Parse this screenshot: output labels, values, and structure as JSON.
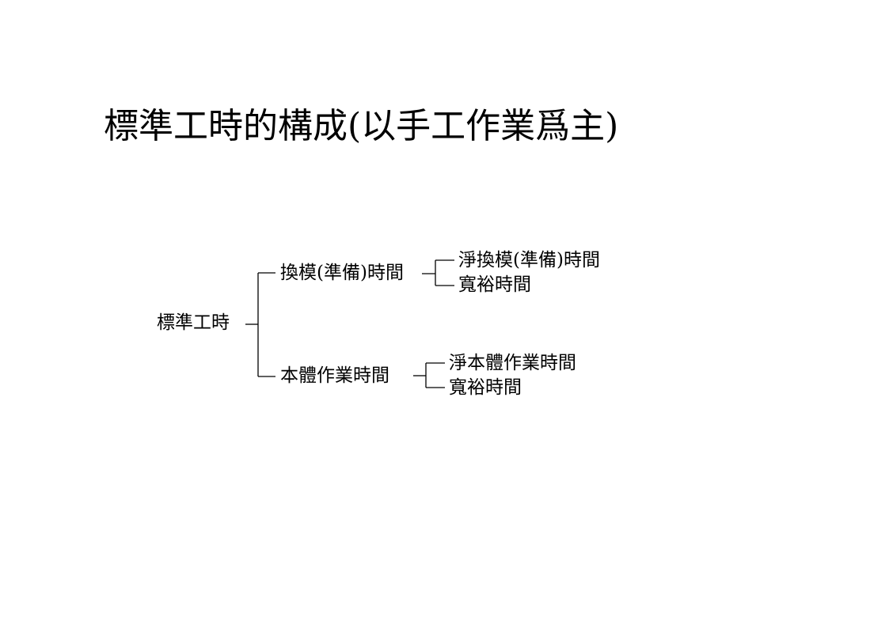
{
  "page": {
    "title": "標準工時的構成(以手工作業爲主)"
  },
  "diagram": {
    "root": "標準工時",
    "branches": [
      {
        "label": "換模(準備)時間",
        "children": [
          "淨換模(準備)時間",
          "寬裕時間"
        ]
      },
      {
        "label": "本體作業時間",
        "children": [
          "淨本體作業時間",
          "寬裕時間"
        ]
      }
    ]
  }
}
